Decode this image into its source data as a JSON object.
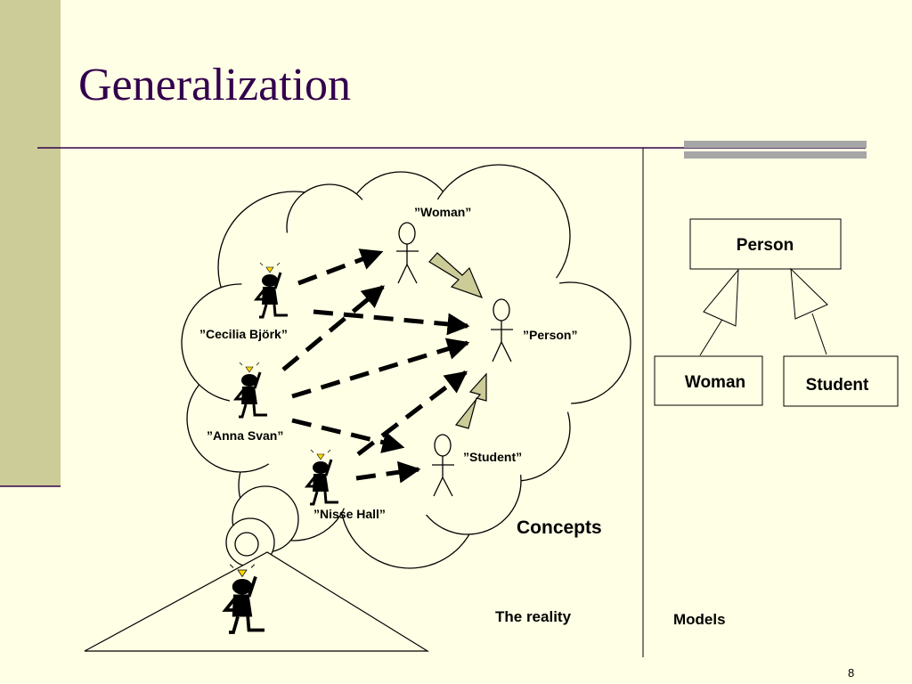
{
  "slide": {
    "title": "Generalization",
    "page_number": "8"
  },
  "concepts_cloud": {
    "concept_woman": "”Woman”",
    "concept_person": "”Person”",
    "concept_student": "”Student”",
    "individual_1": "”Cecilia Björk”",
    "individual_2": "”Anna Svan”",
    "individual_3": "”Nisse Hall”",
    "caption": "Concepts"
  },
  "reality": {
    "caption": "The reality"
  },
  "models": {
    "caption": "Models",
    "class_person": "Person",
    "class_woman": "Woman",
    "class_student": "Student"
  },
  "colors": {
    "background": "#FFFFE5",
    "left_bar": "#CCCC99",
    "title": "#33004D",
    "accent_bar": "#A6A6A6",
    "arrow_fill": "#CCCC99"
  }
}
